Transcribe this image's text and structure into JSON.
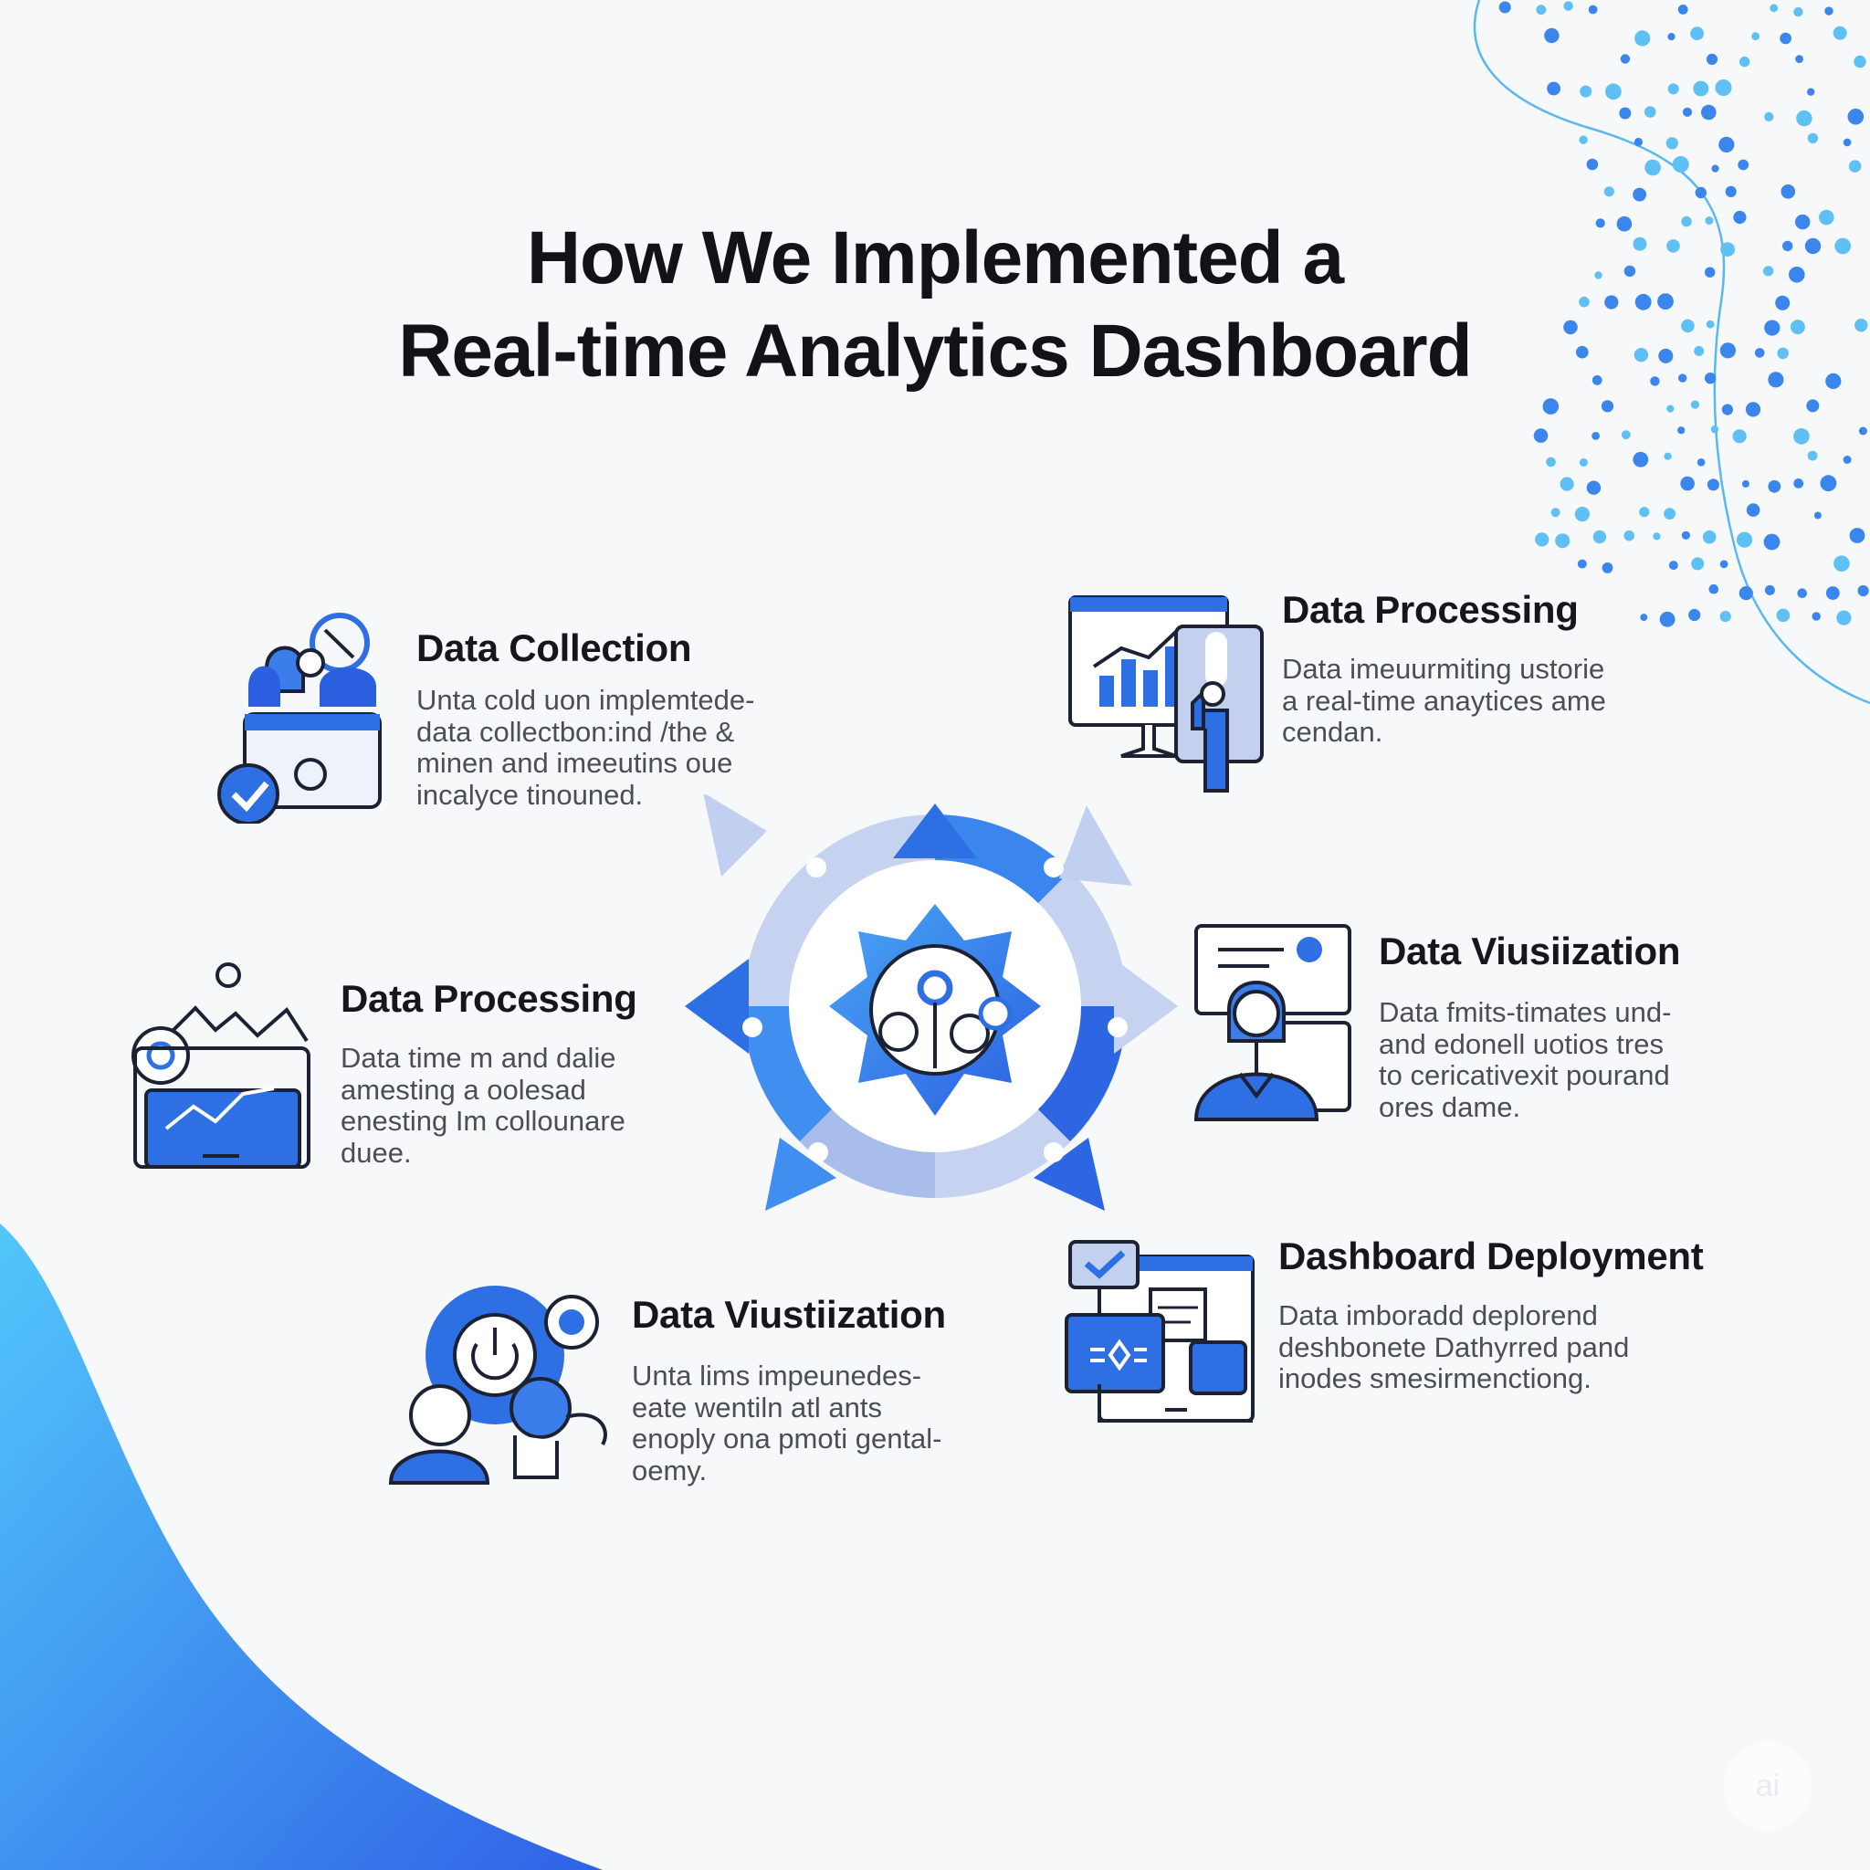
{
  "title_lines": [
    "How We Implemented a",
    "Real-time Analytics Dashboard"
  ],
  "steps": [
    {
      "title": "Data Collection",
      "body": "Unta cold uon implemtede-\ndata collectbon:ind /the &\nminen and imeeutins oue\nincalyce tinouned."
    },
    {
      "title": "Data Processing",
      "body": "Data imeuurmiting ustorie\na real-time anaytices ame\ncendan."
    },
    {
      "title": "Data Processing",
      "body": "Data time m and dalie\namesting a oolesad\nenesting  Im collounare\nduee."
    },
    {
      "title": "Data Viusiization",
      "body": "Data fmits-timates und-\nand edonell uotios tres\nto cericativexit pourand\nores dame."
    },
    {
      "title": "Data Viustiization",
      "body": "Unta lims impeunedes-\neate wentiln atl ants\nenoply ona pmoti gental-\noemy."
    },
    {
      "title": "Dashboard Deployment",
      "body": "Data imboradd deplorend\ndeshbonete Dathyrred pand\ninodes smesirmenctiong."
    }
  ],
  "icons": [
    "user-upload-icon",
    "analytics-monitor-icon",
    "gear-chart-laptop-icon",
    "analyst-profile-icon",
    "power-gear-team-icon",
    "dashboard-deploy-icon"
  ],
  "watermark_text": "ai",
  "colors": {
    "primary": "#2f6fe4",
    "light": "#c3d0ee",
    "sky": "#4fb8f5",
    "text": "#15171c",
    "muted": "#4a4f57",
    "background": "#f7f8fa"
  }
}
